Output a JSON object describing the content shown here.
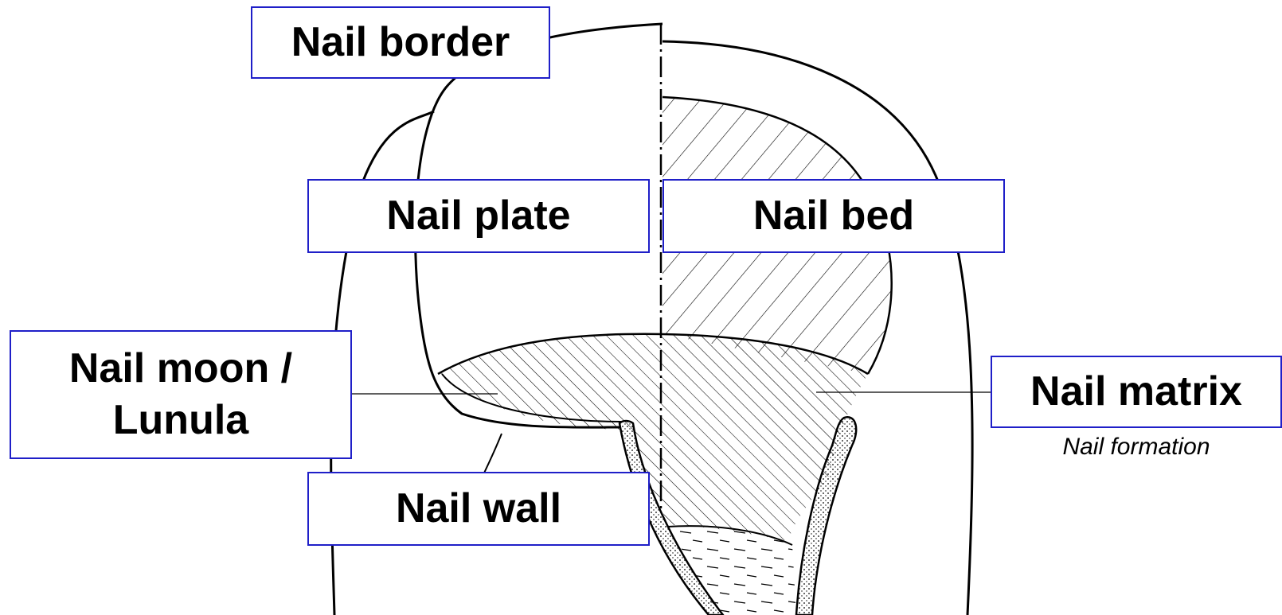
{
  "labels": {
    "nail_border": "Nail border",
    "nail_plate": "Nail plate",
    "nail_bed": "Nail bed",
    "nail_moon": "Nail moon / Lunula",
    "nail_matrix": "Nail matrix",
    "nail_wall": "Nail wall"
  },
  "captions": {
    "nail_matrix_note": "Nail formation"
  },
  "colors": {
    "label_border": "#1f1fc8",
    "line_art": "#000000"
  }
}
